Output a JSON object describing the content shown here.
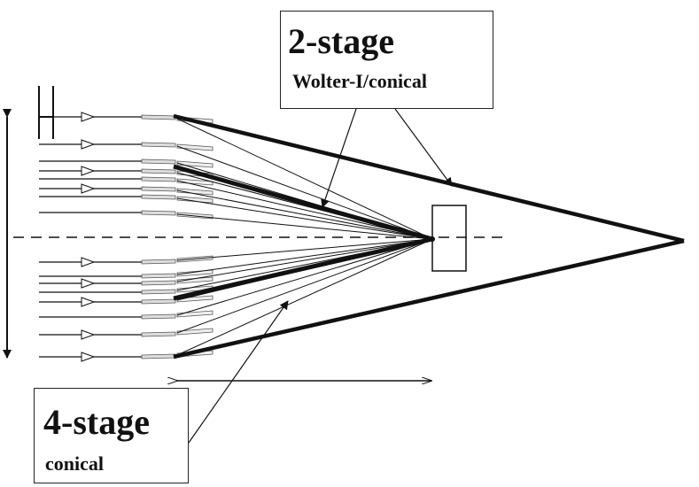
{
  "labels": {
    "two_stage": {
      "title": "2-stage",
      "subtitle": "Wolter-I/conical"
    },
    "four_stage": {
      "title": "4-stage",
      "subtitle": "conical"
    }
  },
  "colors": {
    "line": "#111111",
    "mirror": "#555555",
    "background": "#ffffff"
  },
  "diagram": {
    "optical_axis": "dashed-horizontal",
    "upper_ray_count": 8,
    "lower_ray_count": 8,
    "focal_detector": "rectangle-at-focus",
    "outer_focus": "apex-right"
  }
}
